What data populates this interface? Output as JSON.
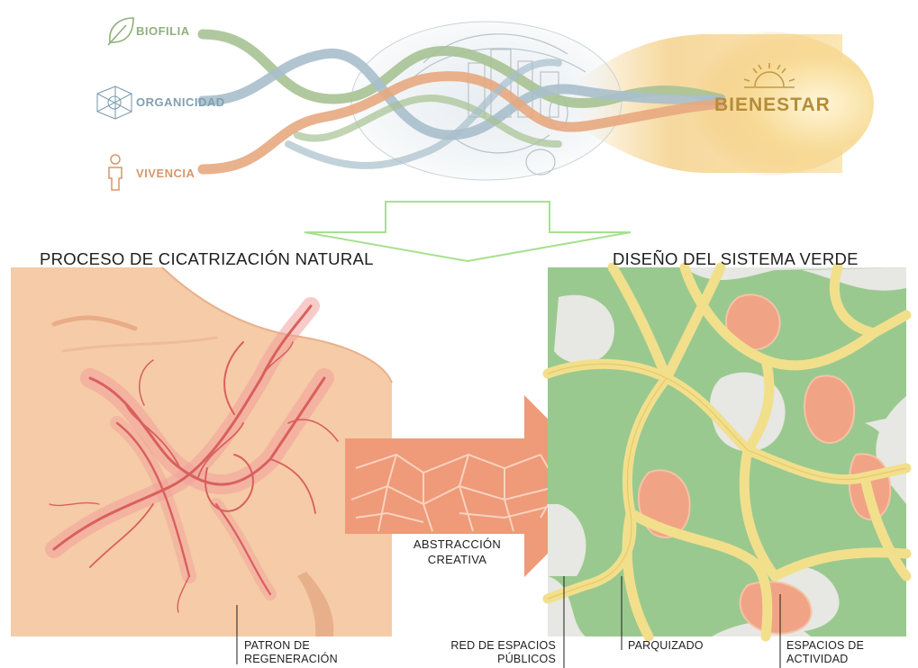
{
  "top": {
    "factors": [
      {
        "label": "BIOFILIA",
        "icon": "leaf-icon",
        "color": "#8fb07a"
      },
      {
        "label": "ORGANICIDAD",
        "icon": "network-icon",
        "color": "#7f9fb2"
      },
      {
        "label": "VIVENCIA",
        "icon": "person-icon",
        "color": "#d9966a"
      }
    ],
    "result": {
      "label": "BIENESTAR",
      "icon": "sun-icon",
      "color": "#b58c3a"
    }
  },
  "sections": {
    "left_title": "PROCESO DE CICATRIZACIÓN NATURAL",
    "right_title": "DISEÑO DEL SISTEMA VERDE"
  },
  "center": {
    "line1": "ABSTRACCIÓN",
    "line2": "CREATIVA"
  },
  "callouts": {
    "patron": {
      "line1": "PATRON DE",
      "line2": "REGENERACIÓN"
    },
    "red": {
      "line1": "RED DE ESPACIOS",
      "line2": "PÚBLICOS"
    },
    "parquizado": {
      "line1": "PARQUIZADO"
    },
    "espacios": {
      "line1": "ESPACIOS DE",
      "line2": "ACTIVIDAD"
    }
  },
  "colors": {
    "skin": "#f6cba7",
    "scar": "#e47f7a",
    "arrow": "#ef9a78",
    "green": "#9ac98f",
    "yellow": "#f2df8c",
    "activity": "#f0a485",
    "grey_bg": "#e7e7e3",
    "down_arrow": "#a7e08f"
  }
}
